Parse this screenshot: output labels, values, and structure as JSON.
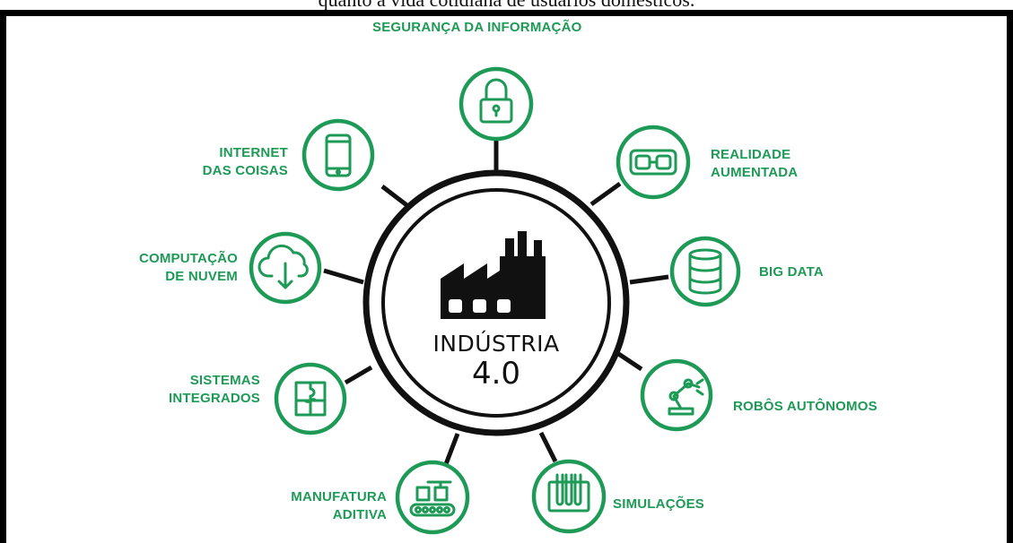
{
  "caption": "quanto à vida cotidiana de usuários domésticos.",
  "colors": {
    "accent": "#1e9a57",
    "dark": "#111111"
  },
  "center": {
    "title": "INDÚSTRIA",
    "version": "4.0",
    "icon": "factory-icon"
  },
  "nodes": {
    "seguranca": {
      "label": "SEGURANÇA DA INFORMAÇÃO",
      "icon": "padlock-icon"
    },
    "realidade": {
      "line1": "REALIDADE",
      "line2": "AUMENTADA",
      "icon": "vr-glasses-icon"
    },
    "bigdata": {
      "label": "BIG DATA",
      "icon": "database-icon"
    },
    "robos": {
      "label": "ROBÔS AUTÔNOMOS",
      "icon": "robot-arm-icon"
    },
    "simulacoes": {
      "label": "SIMULAÇÕES",
      "icon": "test-tubes-icon"
    },
    "manufatura": {
      "line1": "MANUFATURA",
      "line2": "ADITIVA",
      "icon": "conveyor-icon"
    },
    "sistemas": {
      "line1": "SISTEMAS",
      "line2": "INTEGRADOS",
      "icon": "puzzle-icon"
    },
    "computacao": {
      "line1": "COMPUTAÇÃO",
      "line2": "DE NUVEM",
      "icon": "cloud-download-icon"
    },
    "internet": {
      "line1": "INTERNET",
      "line2": "DAS COISAS",
      "icon": "smartphone-icon"
    }
  }
}
